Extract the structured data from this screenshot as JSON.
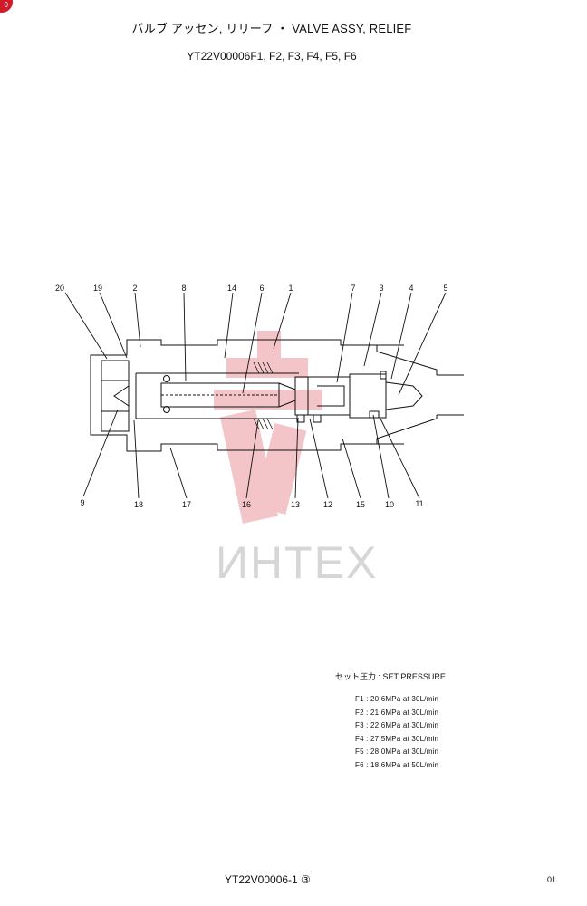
{
  "header": {
    "title": "バルブ アッセン, リリーフ ・ VALVE ASSY, RELIEF",
    "subtitle": "YT22V00006F1, F2, F3, F4, F5, F6"
  },
  "badge": {
    "text": "0",
    "color": "#d11a2a"
  },
  "watermark": {
    "text": "ИНТЕХ",
    "logo_color": "#f4c5c8",
    "text_color": "#d6d6d6"
  },
  "callouts": {
    "top": [
      "20",
      "19",
      "2",
      "8",
      "14",
      "6",
      "1",
      "7",
      "3",
      "4",
      "5"
    ],
    "bottom": [
      "9",
      "18",
      "17",
      "16",
      "13",
      "12",
      "15",
      "10",
      "11"
    ]
  },
  "set_pressure": {
    "heading": "セット圧力 : SET PRESSURE",
    "rows": [
      "F1 : 20.6MPa  at  30L/min",
      "F2 : 21.6MPa  at  30L/min",
      "F3 : 22.6MPa  at  30L/min",
      "F4 : 27.5MPa  at  30L/min",
      "F5 : 28.0MPa  at  30L/min",
      "F6 : 18.6MPa  at  50L/min"
    ]
  },
  "footer": {
    "code": "YT22V00006-1 ③",
    "page": "01"
  }
}
